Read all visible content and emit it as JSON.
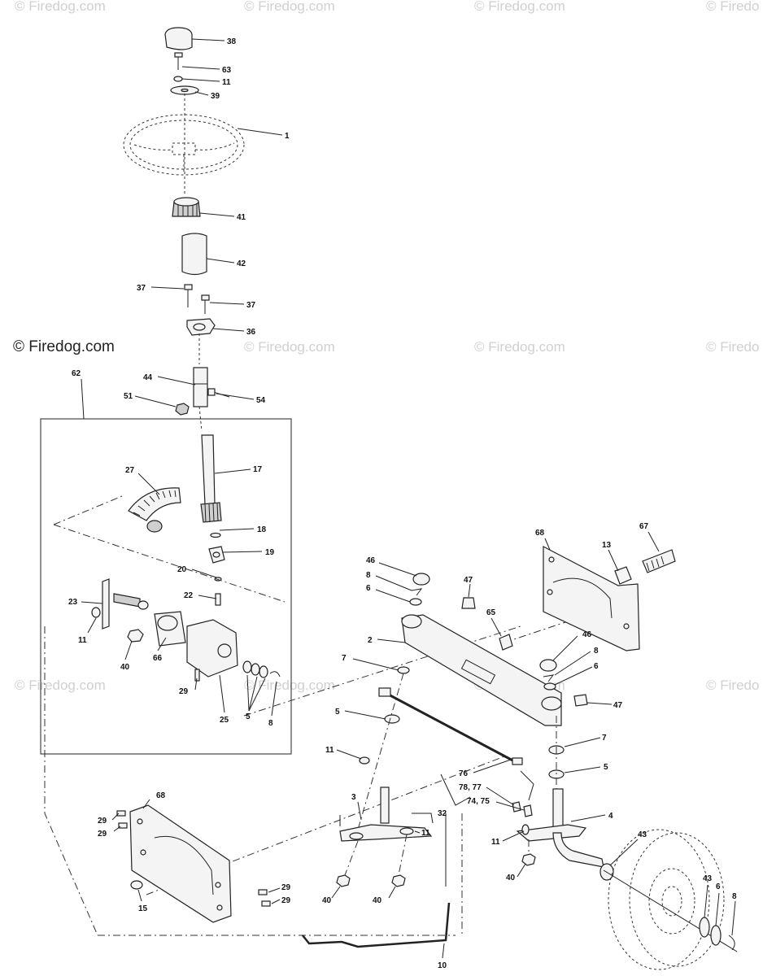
{
  "copyright": "© Firedog.com",
  "watermark": "© Firedog.com",
  "watermark_cropped": "© Firedo",
  "labels": {
    "l38": "38",
    "l63": "63",
    "l11a": "11",
    "l39": "39",
    "l1": "1",
    "l41": "41",
    "l42": "42",
    "l37a": "37",
    "l37b": "37",
    "l36": "36",
    "l62": "62",
    "l44": "44",
    "l51": "51",
    "l54": "54",
    "l17": "17",
    "l27": "27",
    "l18": "18",
    "l19": "19",
    "l20": "20",
    "l22": "22",
    "l23": "23",
    "l11b": "11",
    "l40a": "40",
    "l66": "66",
    "l29a": "29",
    "l25": "25",
    "l5a": "5",
    "l8a": "8",
    "l68a": "68",
    "l67": "67",
    "l13": "13",
    "l46a": "46",
    "l8b": "8",
    "l6a": "6",
    "l47a": "47",
    "l65": "65",
    "l2": "2",
    "l7a": "7",
    "l46b": "46",
    "l8c": "8",
    "l6b": "6",
    "l47b": "47",
    "l5b": "5",
    "l11c": "11",
    "l7b": "7",
    "l5c": "5",
    "l76": "76",
    "l7877": "78, 77",
    "l7475": "74, 75",
    "l32": "32",
    "l3": "3",
    "l11d": "11",
    "l4": "4",
    "l11e": "11",
    "l43a": "43",
    "l40b": "40",
    "l40c": "40",
    "l40d": "40",
    "l68b": "68",
    "l29b": "29",
    "l29c": "29",
    "l15": "15",
    "l29d": "29",
    "l29e": "29",
    "l10": "10",
    "l43b": "43",
    "l6c": "6",
    "l8d": "8"
  }
}
